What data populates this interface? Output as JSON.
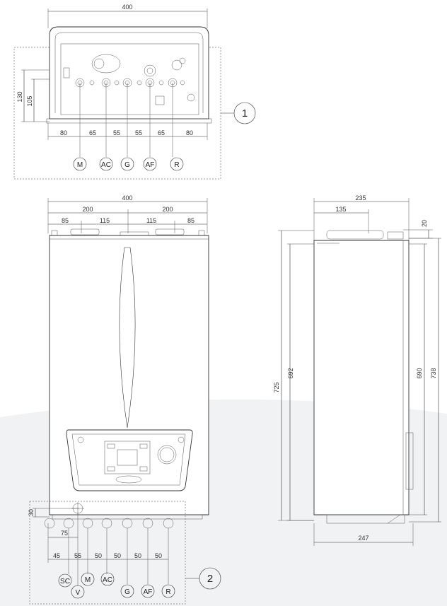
{
  "callouts": {
    "one": "1",
    "two": "2"
  },
  "top_view": {
    "width": "400",
    "heights": [
      "130",
      "105"
    ],
    "spacings": [
      "80",
      "65",
      "55",
      "55",
      "65",
      "80"
    ],
    "connections": [
      "M",
      "AC",
      "G",
      "AF",
      "R"
    ]
  },
  "front_view": {
    "width": "400",
    "halves": [
      "200",
      "200"
    ],
    "flue": [
      "85",
      "115",
      "115",
      "85"
    ],
    "height_left": "725",
    "height_inner": "692"
  },
  "side_view": {
    "depth_top": "235",
    "flue_offset": "135",
    "top_gap": "20",
    "height_inner": "690",
    "height_total": "738",
    "depth_bottom": "247"
  },
  "bottom_view": {
    "offset_height": "30",
    "offset_width": "75",
    "spacings": [
      "45",
      "55",
      "50",
      "50",
      "50",
      "50"
    ],
    "connections": [
      "SC",
      "V",
      "M",
      "AC",
      "G",
      "AF",
      "R"
    ]
  }
}
